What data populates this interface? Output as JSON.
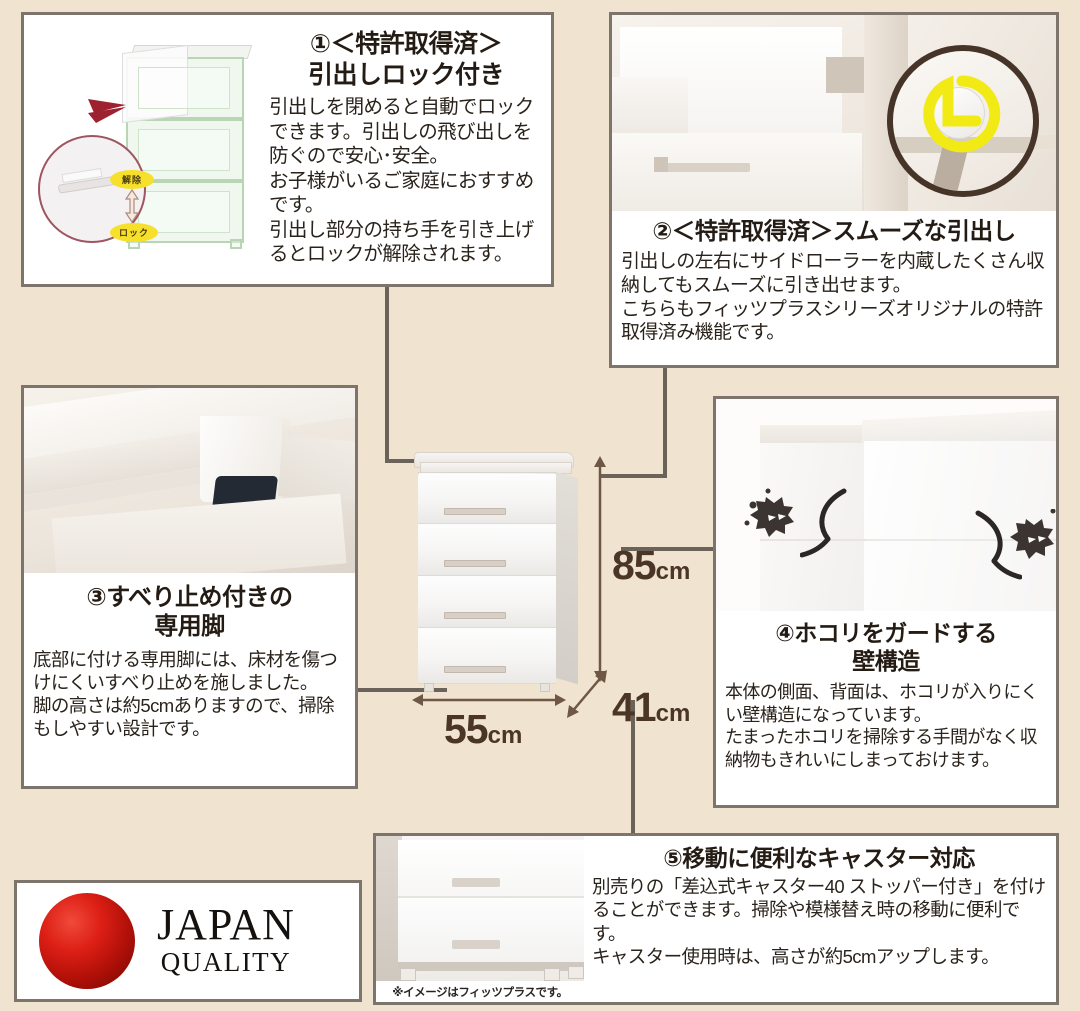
{
  "background_color": "#f0e3d0",
  "panels": [
    {
      "id": "panel1",
      "number": "①",
      "title_line1": "①＜特許取得済＞",
      "title_line2": "引出しロック付き",
      "body": "引出しを閉めると自動でロックできます。引出しの飛び出しを防ぐので安心･安全。\nお子様がいるご家庭におすすめです。\n引出し部分の持ち手を引き上げるとロックが解除されます。",
      "illustration": {
        "badge_top": "解除",
        "badge_bottom": "ロック",
        "badge_color": "#f6e02c",
        "arrow_color": "#9e2130",
        "outline_color": "#b9d6b4"
      }
    },
    {
      "id": "panel2",
      "number": "②",
      "title_line1": "②＜特許取得済＞スムーズな引出し",
      "body": "引出しの左右にサイドローラーを内蔵したくさん収納してもスムーズに引き出せます。\nこちらもフィッツプラスシリーズオリジナルの特許取得済み機能です。",
      "photo": {
        "highlight_ring_color": "#f2ea14",
        "loupe_border_color": "#463428"
      }
    },
    {
      "id": "panel3",
      "number": "③",
      "title_line1": "③すべり止め付きの",
      "title_line2": "専用脚",
      "body": "底部に付ける専用脚には、床材を傷つけにくいすべり止めを施しました。\n脚の高さは約5cmありますので、掃除もしやすい設計です。",
      "photo": {
        "pad_color": "#232a33"
      }
    },
    {
      "id": "panel4",
      "number": "④",
      "title_line1": "④ホコリをガードする",
      "title_line2": "壁構造",
      "body": "本体の側面、背面は、ホコリが入りにくい壁構造になっています。\nたまったホコリを掃除する手間がなく収納物もきれいにしまっておけます。",
      "photo": {
        "mite_color": "#3b3430"
      }
    },
    {
      "id": "panel5",
      "number": "⑤",
      "title_line1": "⑤移動に便利なキャスター対応",
      "body": "別売りの「差込式キャスター40 ストッパー付き」を付けることができます。掃除や模様替え時の移動に便利です。\nキャスター使用時は、高さが約5cmアップします。",
      "caption": "※イメージはフィッツプラスです。"
    }
  ],
  "dimensions": {
    "height": {
      "value": "85",
      "unit": "cm"
    },
    "width": {
      "value": "55",
      "unit": "cm"
    },
    "depth": {
      "value": "41",
      "unit": "cm"
    },
    "text_color": "#4a3526"
  },
  "badge": {
    "main": "JAPAN",
    "sub": "QUALITY",
    "dot_color": "#cc1a10"
  }
}
